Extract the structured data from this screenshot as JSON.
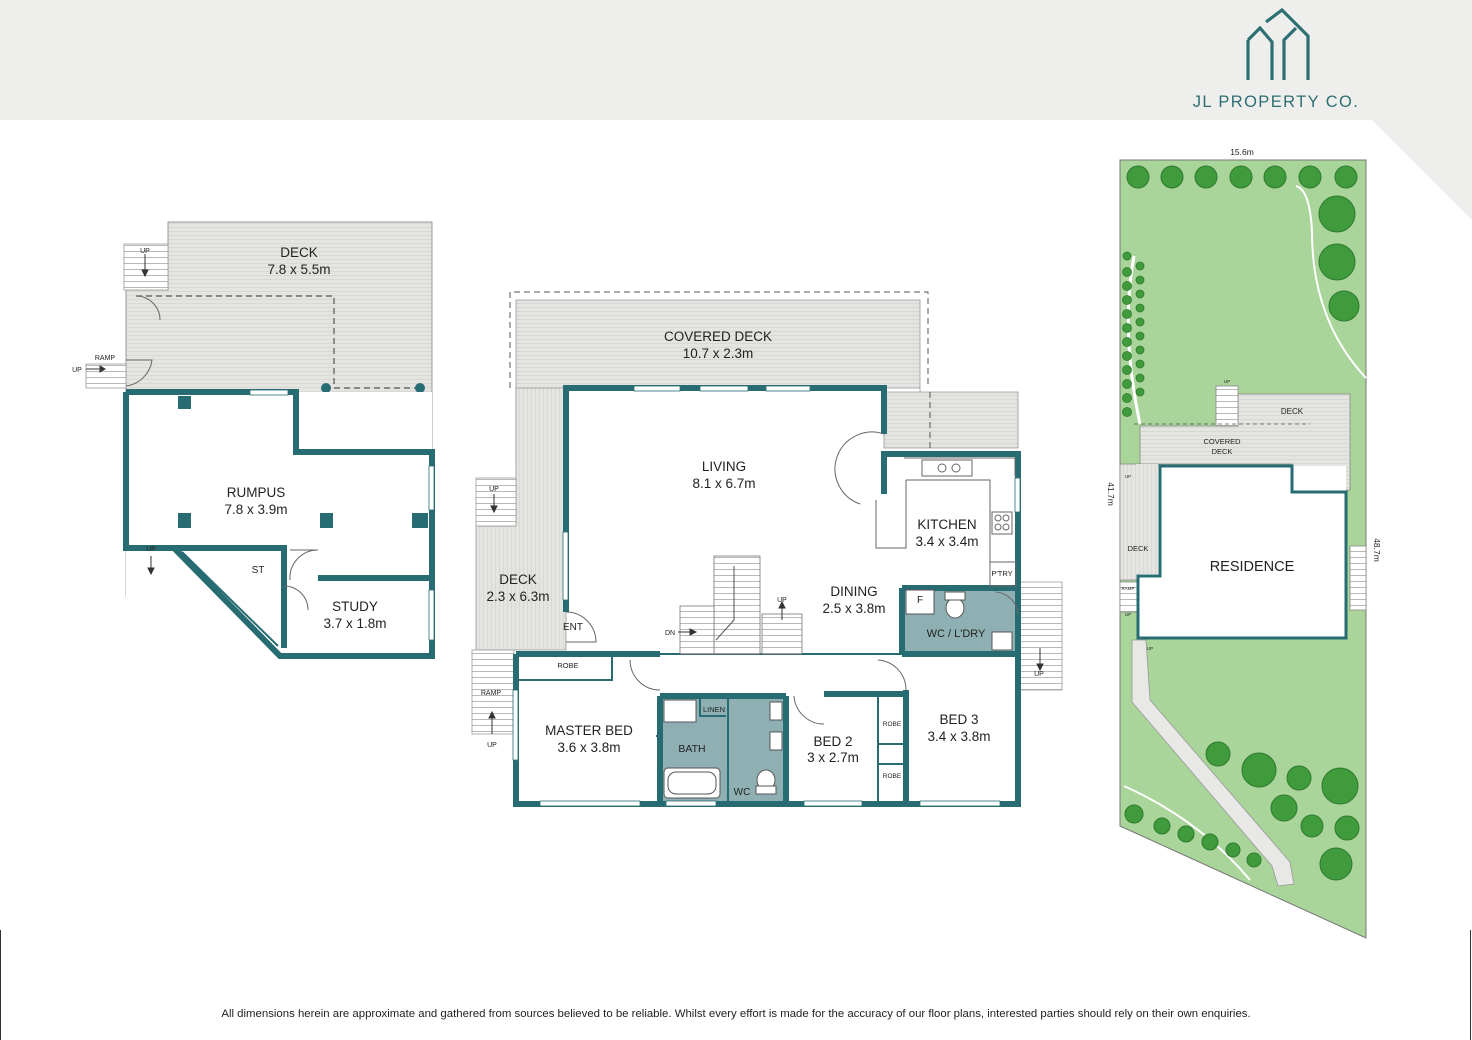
{
  "brand": {
    "name": "JL PROPERTY CO.",
    "color": "#2e6f73"
  },
  "colors": {
    "wall": "#276c72",
    "deck": "#e4e4e1",
    "wet_area": "#8fb0b2",
    "lawn": "#a9d49a",
    "tree": "#3f9b3c",
    "header_band": "#eeefec"
  },
  "lower_floor": {
    "deck": {
      "name": "DECK",
      "dims": "7.8 x 5.5m"
    },
    "rumpus": {
      "name": "RUMPUS",
      "dims": "7.8 x 3.9m"
    },
    "study": {
      "name": "STUDY",
      "dims": "3.7 x 1.8m"
    },
    "store": "ST",
    "ramp": "RAMP",
    "up_ramp": "UP",
    "up_deck": "UP",
    "up_stair": "UP"
  },
  "main_floor": {
    "covered_deck": {
      "name": "COVERED DECK",
      "dims": "10.7 x 2.3m"
    },
    "living": {
      "name": "LIVING",
      "dims": "8.1 x 6.7m"
    },
    "kitchen": {
      "name": "KITCHEN",
      "dims": "3.4 x 3.4m"
    },
    "pantry": "P'TRY",
    "dining": {
      "name": "DINING",
      "dims": "2.5 x 3.8m"
    },
    "fridge": "F",
    "laundry": "WC / L'DRY",
    "deck": {
      "name": "DECK",
      "dims": "2.3 x 6.3m"
    },
    "entry": "ENT",
    "stair_up": "UP",
    "stair_dn": "DN",
    "master_bed": {
      "name": "MASTER BED",
      "dims": "3.6 x 3.8m"
    },
    "robe": "ROBE",
    "linen": "LINEN",
    "bath": "BATH",
    "wc": "WC",
    "bed2": {
      "name": "BED 2",
      "dims": "3 x 2.7m"
    },
    "robe2a": "ROBE",
    "robe2b": "ROBE",
    "bed3": {
      "name": "BED 3",
      "dims": "3.4 x 3.8m"
    },
    "ramp": "RAMP",
    "up_deck_left": "UP",
    "up_ramp": "UP",
    "up_right": "UP"
  },
  "site_plan": {
    "frontage": "15.6m",
    "left_boundary": "41.7m",
    "right_boundary": "48.7m",
    "residence": "RESIDENCE",
    "deck_top": "DECK",
    "covered_deck": [
      "COVERED",
      "DECK"
    ],
    "deck_side": "DECK",
    "ramp": "RAMP",
    "up_top": "UP",
    "up_side": "UP",
    "up_path": "UP",
    "up_ramp": "UP"
  },
  "footer": {
    "disclaimer": "All dimensions herein are approximate and gathered from sources believed to be reliable. Whilst every effort is made for the accuracy of our floor plans, interested parties should rely on their own enquiries."
  }
}
